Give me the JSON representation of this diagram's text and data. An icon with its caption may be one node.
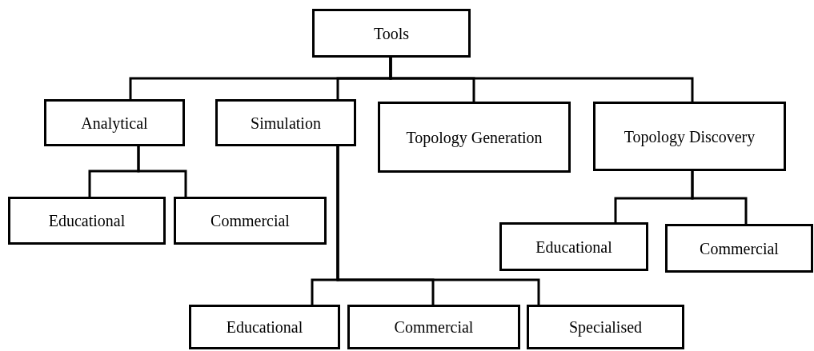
{
  "diagram": {
    "nodes": [
      {
        "text": [
          "Tools"
        ]
      },
      {
        "text": [
          "Analytical"
        ]
      },
      {
        "text": [
          "Simulation"
        ]
      },
      {
        "text": [
          "Topology Generation"
        ]
      },
      {
        "text": [
          "Topology Discovery"
        ]
      },
      {
        "text": [
          "Educational"
        ]
      },
      {
        "text": [
          "Commercial"
        ]
      },
      {
        "text": [
          "Educational"
        ]
      },
      {
        "text": [
          "Commercial"
        ]
      },
      {
        "text": [
          "Educational"
        ]
      },
      {
        "text": [
          "Commercial"
        ]
      },
      {
        "text": [
          "Specialised"
        ]
      }
    ],
    "edges": [
      {
        "from": 0,
        "to": 1,
        "arrow": "none"
      },
      {
        "from": 0,
        "to": 2,
        "arrow": "none"
      },
      {
        "from": 0,
        "to": 3,
        "arrow": "none"
      },
      {
        "from": 0,
        "to": 4,
        "arrow": "none"
      },
      {
        "from": 1,
        "to": 5,
        "arrow": "none"
      },
      {
        "from": 1,
        "to": 6,
        "arrow": "none"
      },
      {
        "from": 4,
        "to": 7,
        "arrow": "none"
      },
      {
        "from": 4,
        "to": 8,
        "arrow": "none"
      },
      {
        "from": 2,
        "to": 9,
        "arrow": "none"
      },
      {
        "from": 2,
        "to": 10,
        "arrow": "none"
      },
      {
        "from": 2,
        "to": 11,
        "arrow": "none"
      }
    ]
  }
}
